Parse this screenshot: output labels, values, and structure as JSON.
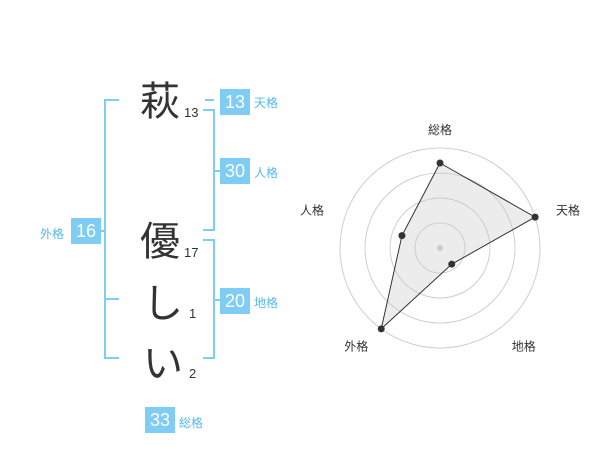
{
  "name": {
    "characters": [
      {
        "char": "萩",
        "strokes": "13"
      },
      {
        "char": "優",
        "strokes": "17"
      },
      {
        "char": "し",
        "strokes": "1"
      },
      {
        "char": "い",
        "strokes": "2"
      }
    ]
  },
  "fortune": {
    "tenkaku": {
      "value": "13",
      "label": "天格"
    },
    "jinkaku": {
      "value": "30",
      "label": "人格"
    },
    "chikaku": {
      "value": "20",
      "label": "地格"
    },
    "gaikaku": {
      "value": "16",
      "label": "外格"
    },
    "soukaku": {
      "value": "33",
      "label": "総格"
    }
  },
  "colors": {
    "accent": "#7fcdf5",
    "accent_text": "#55b9ec",
    "bracket": "#7fcdf5"
  },
  "chart_data": {
    "type": "radar",
    "axes": [
      "総格",
      "天格",
      "地格",
      "外格",
      "人格"
    ],
    "values": [
      0.85,
      1.0,
      0.2,
      1.0,
      0.4
    ],
    "rings": 4
  }
}
